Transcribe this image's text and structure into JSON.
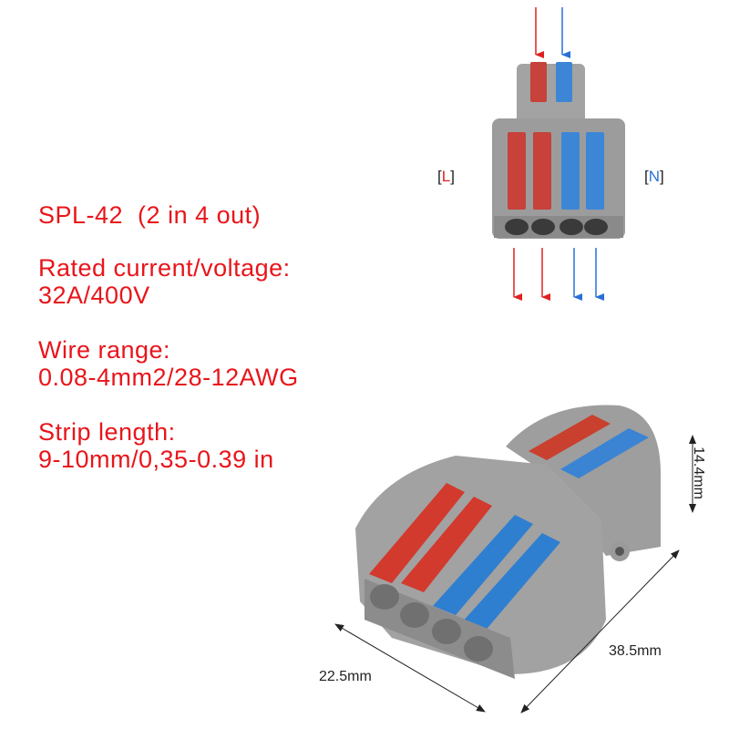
{
  "specs": {
    "model": "SPL-42  (2 in 4 out)",
    "rated_label": "Rated current/voltage:",
    "rated_value": "32A/400V",
    "wire_label": "Wire range:",
    "wire_value": "0.08-4mm2/28-12AWG",
    "strip_label": "Strip length:",
    "strip_value": "9-10mm/0,35-0.39 in"
  },
  "diagram": {
    "live_bracket_open": "[",
    "live_letter": "L",
    "live_bracket_close": "]",
    "neutral_bracket_open": "[",
    "neutral_letter": "N",
    "neutral_bracket_close": "]"
  },
  "dimensions": {
    "height": "14.4mm",
    "length": "38.5mm",
    "width": "22.5mm"
  },
  "colors": {
    "text_red": "#e8151b",
    "lever_red": "#d23a2e",
    "lever_blue": "#2f7fd0",
    "housing_gray": "#9a9a9a"
  }
}
